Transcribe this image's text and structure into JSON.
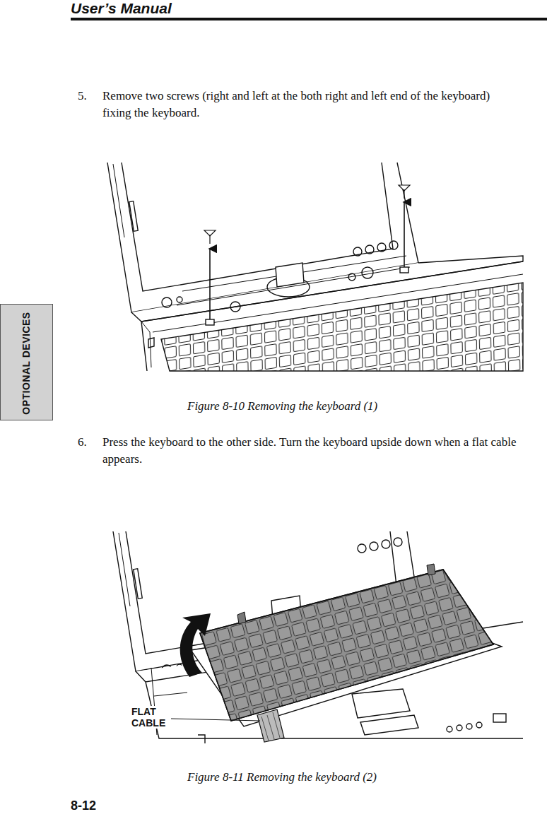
{
  "diagram": {
    "title": "User’s Manual",
    "nodes": [
      {
        "text": [
          "OPTIONAL DEVICES"
        ]
      }
    ],
    "labels": [
      "5.",
      "Remove two screws (right and left at the both right and left end of the keyboard) fixing the keyboard.",
      "Figure 8-10  Removing the keyboard (1)",
      "6.",
      "Press the keyboard to the other side. Turn the keyboard upside down when a flat cable appears.",
      "Figure 8-11  Removing the keyboard (2)",
      "FLAT CABLE",
      "8-12"
    ]
  }
}
